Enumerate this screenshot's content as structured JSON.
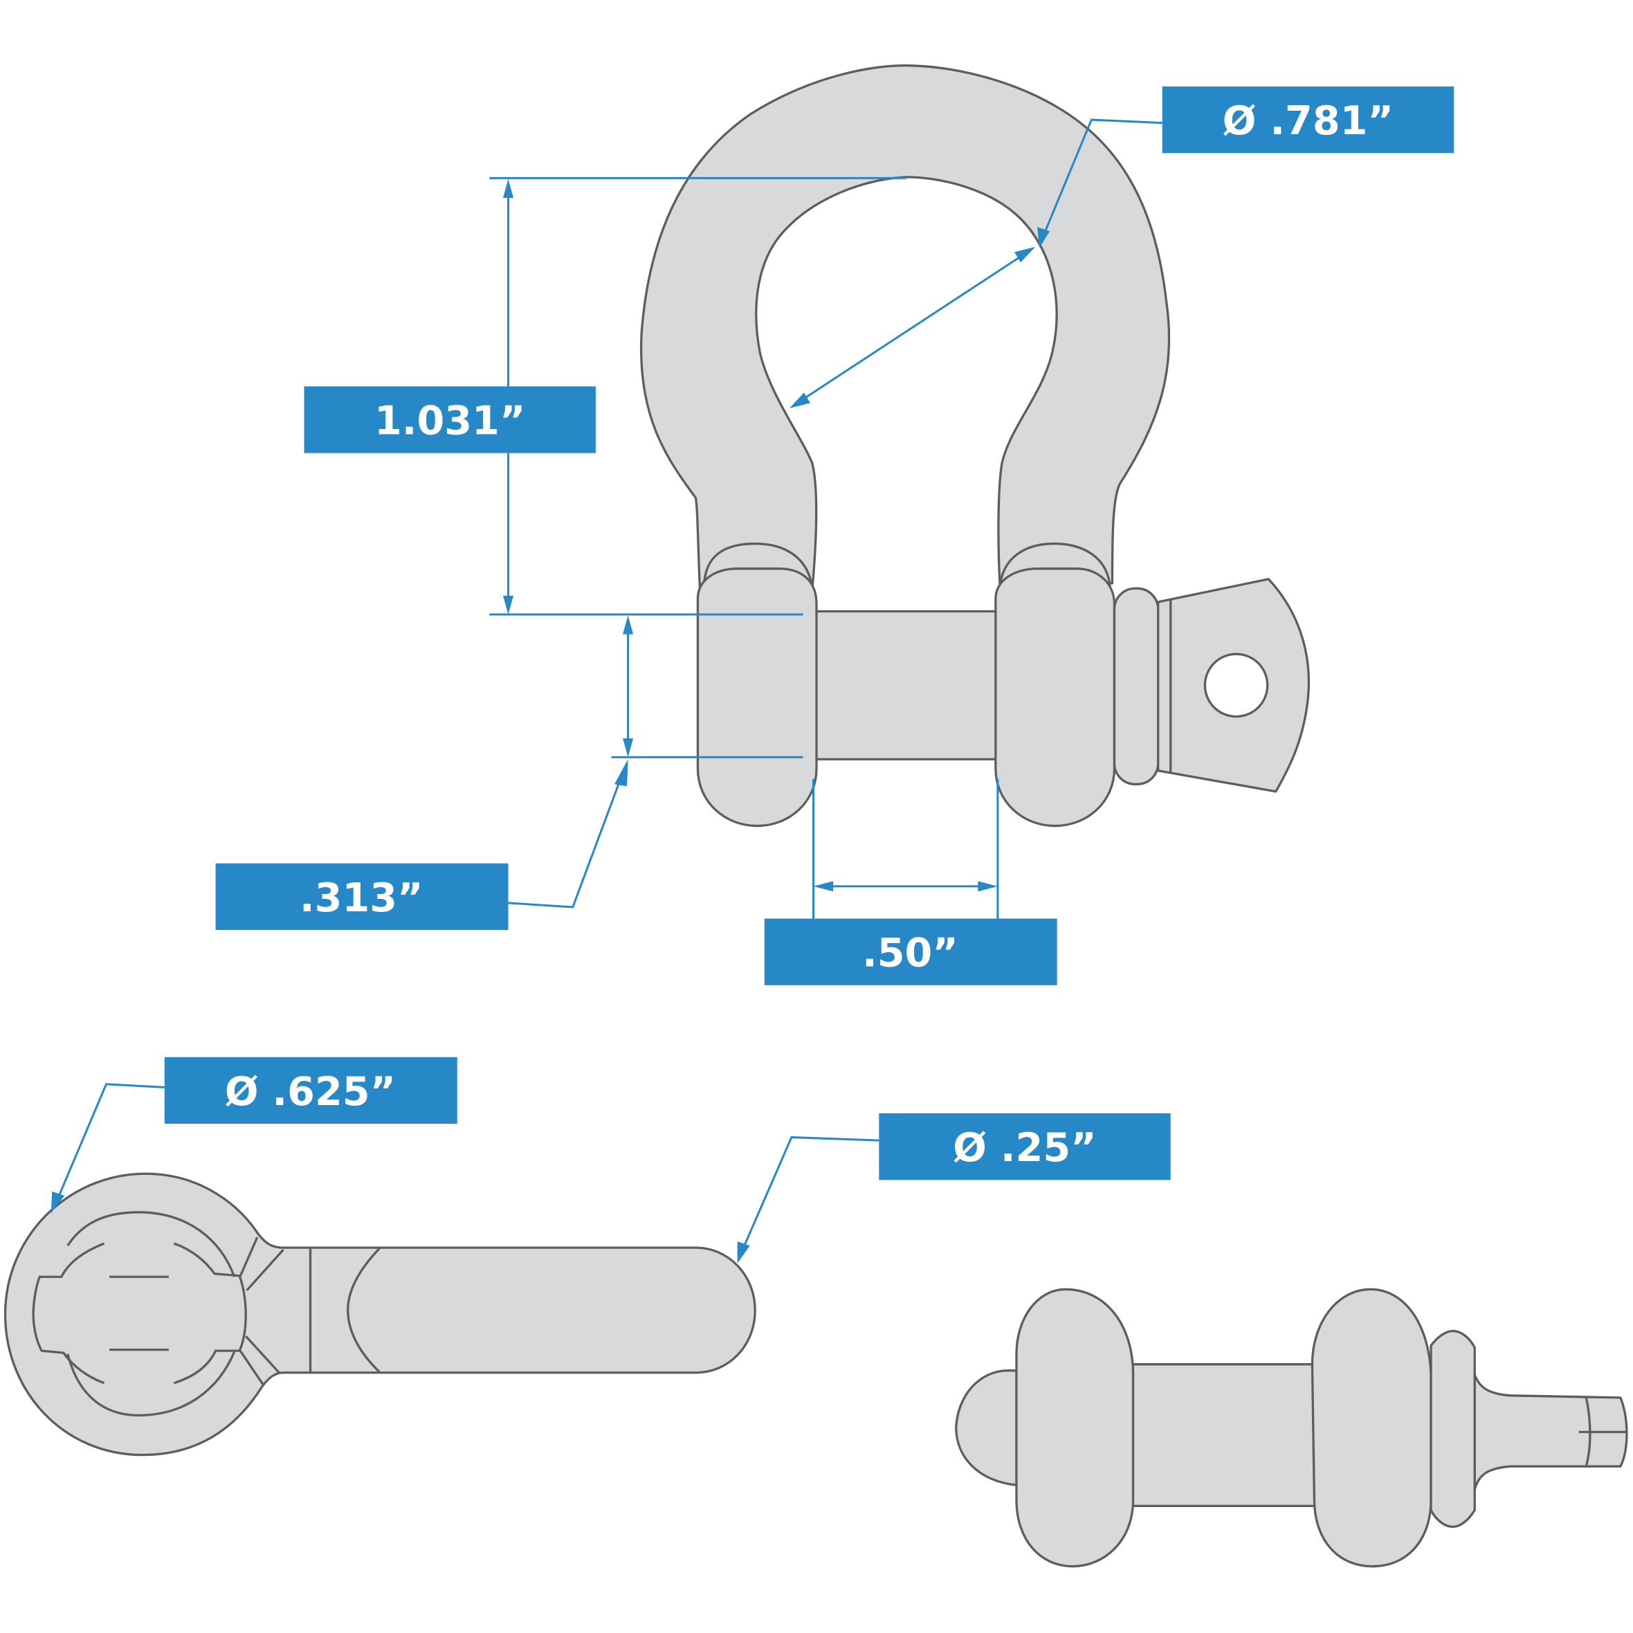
{
  "diagram": {
    "subject": "Screw pin anchor shackle — dimensional drawing",
    "views": [
      "front-view",
      "pin-end-view",
      "top-view"
    ],
    "colors": {
      "accent": "#2788c8",
      "part_fill": "#d8d9db",
      "outline": "#5d5d5f",
      "label_text": "#ffffff"
    },
    "labels": {
      "bow_diameter": "Ø .781”",
      "inside_length": "1.031”",
      "pin_offset": ".313”",
      "inside_width": ".50”",
      "eye_diameter": "Ø .625”",
      "pin_diameter": "Ø .25”"
    }
  }
}
